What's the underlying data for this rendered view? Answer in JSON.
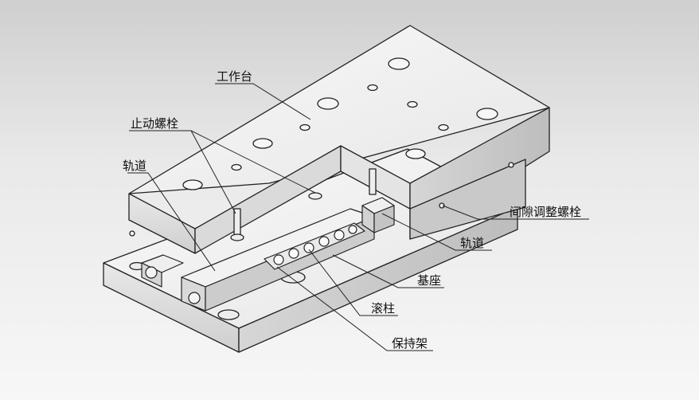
{
  "labels": {
    "worktable": "工作台",
    "stop_bolt": "止动螺栓",
    "rail_left": "轨道",
    "gap_adjust_bolt": "间隙调整螺栓",
    "rail_right": "轨道",
    "base": "基座",
    "roller": "滚柱",
    "retainer": "保持架"
  },
  "colors": {
    "background_top": "#cfcfcf",
    "background_bottom": "#f7f7f7",
    "line": "#222222",
    "face_light": "#f4f4f4",
    "face_mid": "#e2e2e2",
    "face_dark": "#c8c8c8"
  }
}
